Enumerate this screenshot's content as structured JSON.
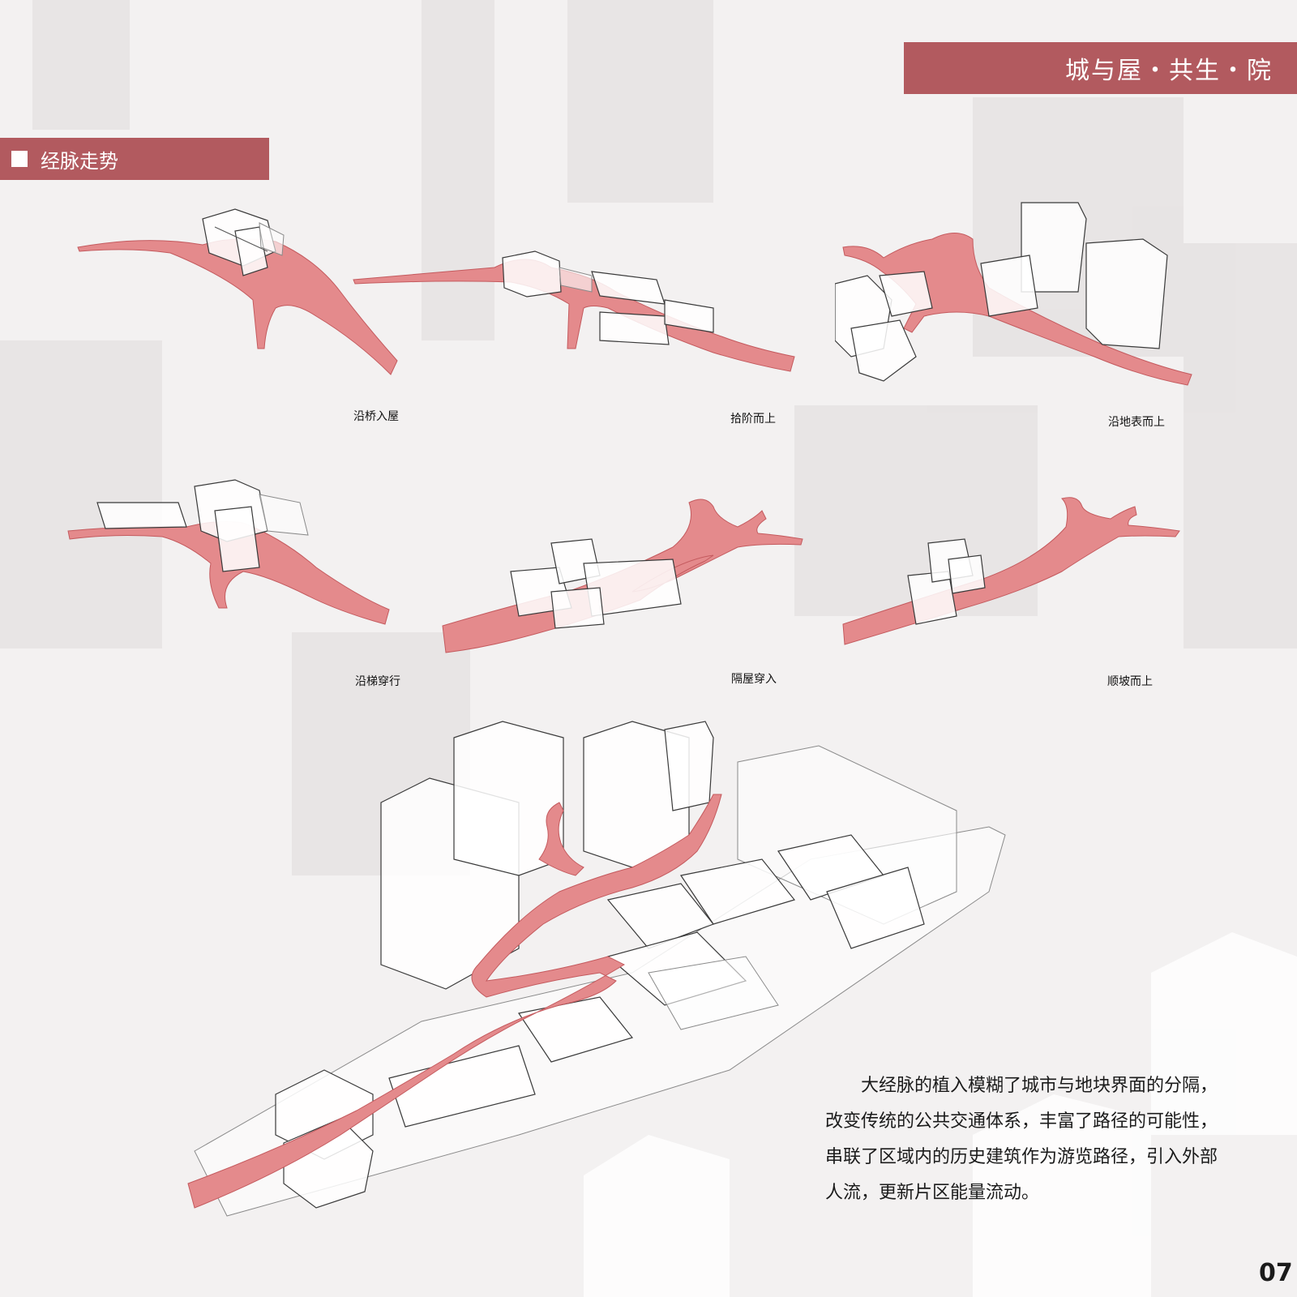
{
  "header": {
    "title": "城与屋・共生・院"
  },
  "section": {
    "title": "经脉走势"
  },
  "diagrams": [
    {
      "caption": "沿桥入屋"
    },
    {
      "caption": "拾阶而上"
    },
    {
      "caption": "沿地表而上"
    },
    {
      "caption": "沿梯穿行"
    },
    {
      "caption": "隔屋穿入"
    },
    {
      "caption": "顺坡而上"
    }
  ],
  "description": "大经脉的植入模糊了城市与地块界面的分隔，改变传统的公共交通体系，丰富了路径的可能性，串联了区域内的历史建筑作为游览路径，引入外部人流，更新片区能量流动。",
  "page_number": "07",
  "colors": {
    "accent": "#b25a5f",
    "path": "#e48a8c",
    "background": "#f3f1f1"
  }
}
